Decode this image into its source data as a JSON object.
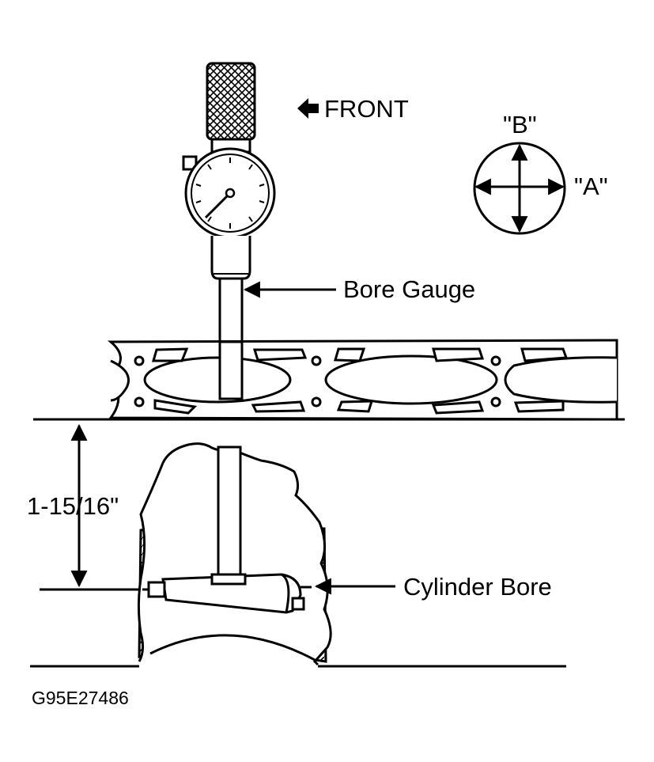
{
  "labels": {
    "front": "FRONT",
    "b_label": "\"B\"",
    "a_label": "\"A\"",
    "bore_gauge": "Bore Gauge",
    "depth": "1-15/16\"",
    "cylinder_bore": "Cylinder Bore",
    "figure_id": "G95E27486"
  },
  "icons": {
    "front_arrow": "arrow-left-icon",
    "direction": "crosshair-arrows-icon"
  },
  "colors": {
    "ink": "#000000",
    "paper": "#ffffff"
  }
}
